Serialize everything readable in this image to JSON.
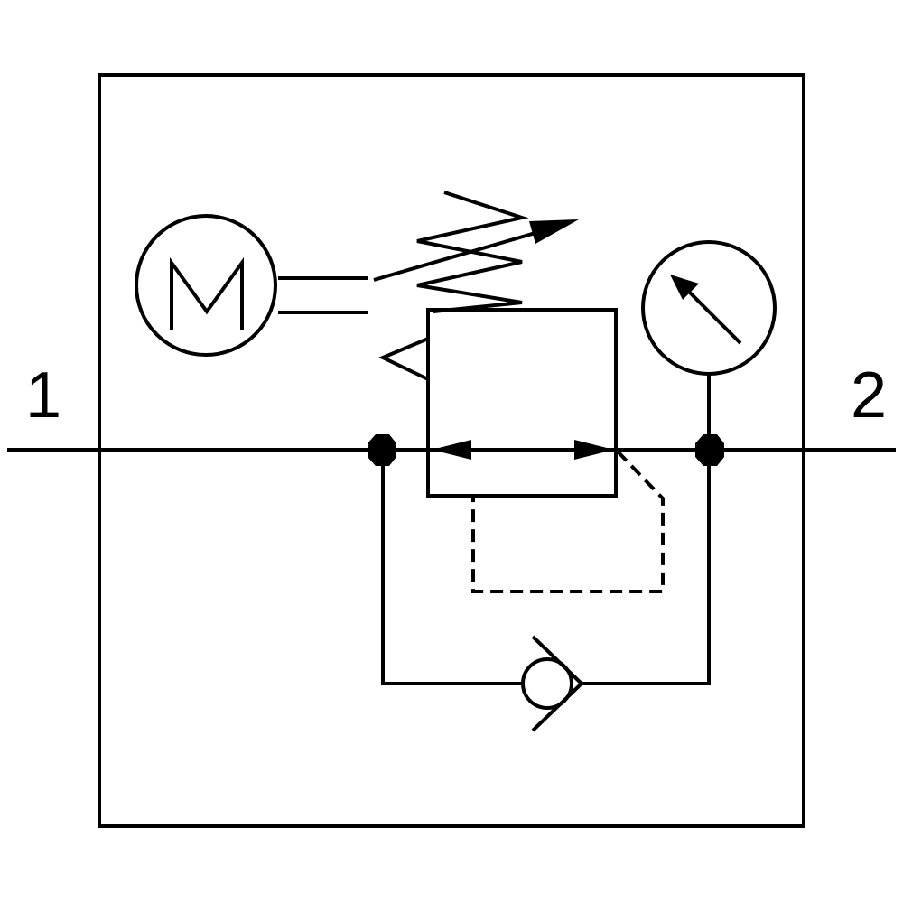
{
  "diagram": {
    "port_in": "1",
    "port_out": "2",
    "motor_letter": "M",
    "colors": {
      "stroke": "#000000",
      "background": "#ffffff"
    }
  }
}
